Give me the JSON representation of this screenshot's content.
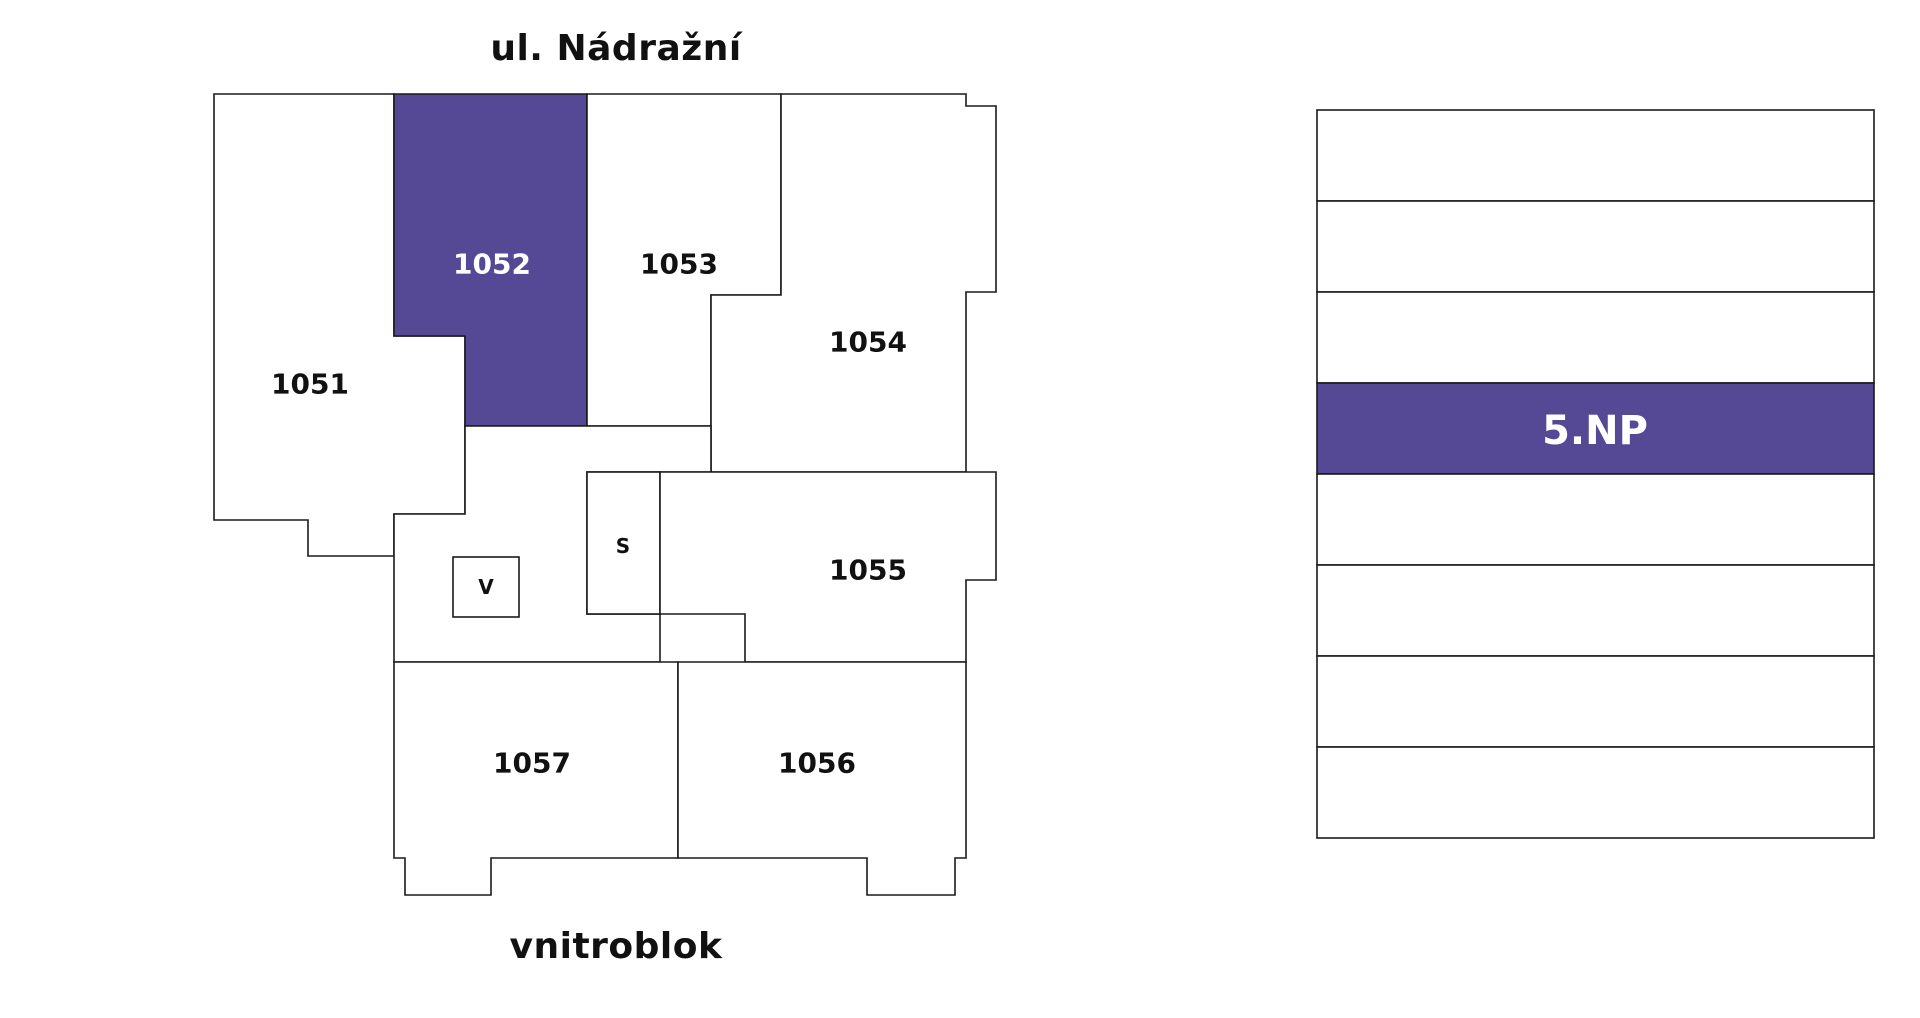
{
  "street_top": "ul. Nádražní",
  "street_bottom": "vnitroblok",
  "selected_unit": "1052",
  "units": {
    "u1051": "1051",
    "u1052": "1052",
    "u1053": "1053",
    "u1054": "1054",
    "u1055": "1055",
    "u1056": "1056",
    "u1057": "1057",
    "stairs": "S",
    "lift": "V"
  },
  "floor_selector": {
    "selected_label": "5.NP"
  },
  "colors": {
    "accent": "#554996",
    "line": "#1a1a1a",
    "background": "#ffffff"
  }
}
